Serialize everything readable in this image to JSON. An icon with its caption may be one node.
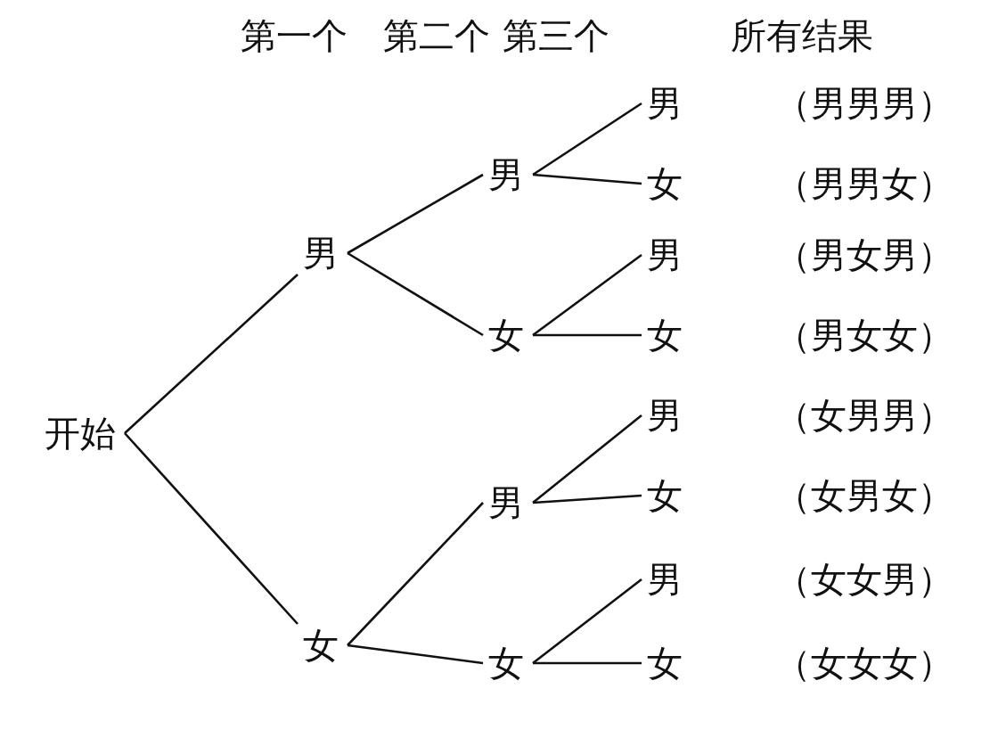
{
  "diagram": {
    "nodes": [
      {
        "text": [
          "开始"
        ]
      },
      {
        "text": [
          "男"
        ]
      },
      {
        "text": [
          "女"
        ]
      },
      {
        "text": [
          "男"
        ]
      },
      {
        "text": [
          "女"
        ]
      },
      {
        "text": [
          "男"
        ]
      },
      {
        "text": [
          "女"
        ]
      },
      {
        "text": [
          "男"
        ],
        "beside": [
          "（男男男）"
        ]
      },
      {
        "text": [
          "女"
        ],
        "beside": [
          "（男男女）"
        ]
      },
      {
        "text": [
          "男"
        ],
        "beside": [
          "（男女男）"
        ]
      },
      {
        "text": [
          "女"
        ],
        "beside": [
          "（男女女）"
        ]
      },
      {
        "text": [
          "男"
        ],
        "beside": [
          "（女男男）"
        ]
      },
      {
        "text": [
          "女"
        ],
        "beside": [
          "（女男女）"
        ]
      },
      {
        "text": [
          "男"
        ],
        "beside": [
          "（女女男）"
        ]
      },
      {
        "text": [
          "女"
        ],
        "beside": [
          "（女女女）"
        ]
      }
    ],
    "edges": [
      {
        "from": 0,
        "to": 1,
        "arrow": "none"
      },
      {
        "from": 0,
        "to": 2,
        "arrow": "none"
      },
      {
        "from": 1,
        "to": 3,
        "arrow": "none"
      },
      {
        "from": 1,
        "to": 4,
        "arrow": "none"
      },
      {
        "from": 2,
        "to": 5,
        "arrow": "none"
      },
      {
        "from": 2,
        "to": 6,
        "arrow": "none"
      },
      {
        "from": 3,
        "to": 7,
        "arrow": "none"
      },
      {
        "from": 3,
        "to": 8,
        "arrow": "none"
      },
      {
        "from": 4,
        "to": 9,
        "arrow": "none"
      },
      {
        "from": 4,
        "to": 10,
        "arrow": "none"
      },
      {
        "from": 5,
        "to": 11,
        "arrow": "none"
      },
      {
        "from": 5,
        "to": 12,
        "arrow": "none"
      },
      {
        "from": 6,
        "to": 13,
        "arrow": "none"
      },
      {
        "from": 6,
        "to": 14,
        "arrow": "none"
      }
    ],
    "labels": [
      "第一个",
      "第二个",
      "第三个",
      "所有结果"
    ]
  }
}
